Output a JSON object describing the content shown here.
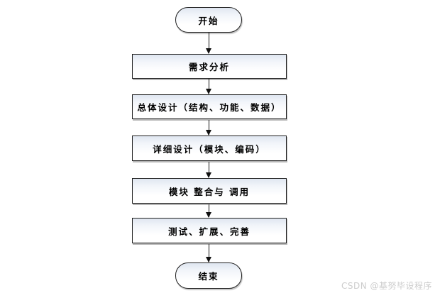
{
  "diagram": {
    "type": "flowchart",
    "direction": "top-to-bottom",
    "nodes": [
      {
        "id": "start",
        "shape": "terminator",
        "label": "开始"
      },
      {
        "id": "requirements",
        "shape": "process",
        "label": "需求分析"
      },
      {
        "id": "overall-design",
        "shape": "process",
        "label": "总体设计（结构、功能、数据）"
      },
      {
        "id": "detailed-design",
        "shape": "process",
        "label": "详细设计（模块、编码）"
      },
      {
        "id": "module-integration",
        "shape": "process",
        "label": "模块 整合与 调用"
      },
      {
        "id": "testing",
        "shape": "process",
        "label": "测试、扩展、完善"
      },
      {
        "id": "end",
        "shape": "terminator",
        "label": "结束"
      }
    ],
    "edges": [
      {
        "from": "start",
        "to": "requirements"
      },
      {
        "from": "requirements",
        "to": "overall-design"
      },
      {
        "from": "overall-design",
        "to": "detailed-design"
      },
      {
        "from": "detailed-design",
        "to": "module-integration"
      },
      {
        "from": "module-integration",
        "to": "testing"
      },
      {
        "from": "testing",
        "to": "end"
      }
    ],
    "colors": {
      "background": "#ffffff",
      "node_border": "#1f1f1f",
      "node_fill_top": "#dfe6f0",
      "node_fill_bottom": "#ffffff",
      "arrow": "#111111",
      "watermark_text": "#cccccc"
    },
    "watermark": "CSDN @基努毕设程序"
  }
}
